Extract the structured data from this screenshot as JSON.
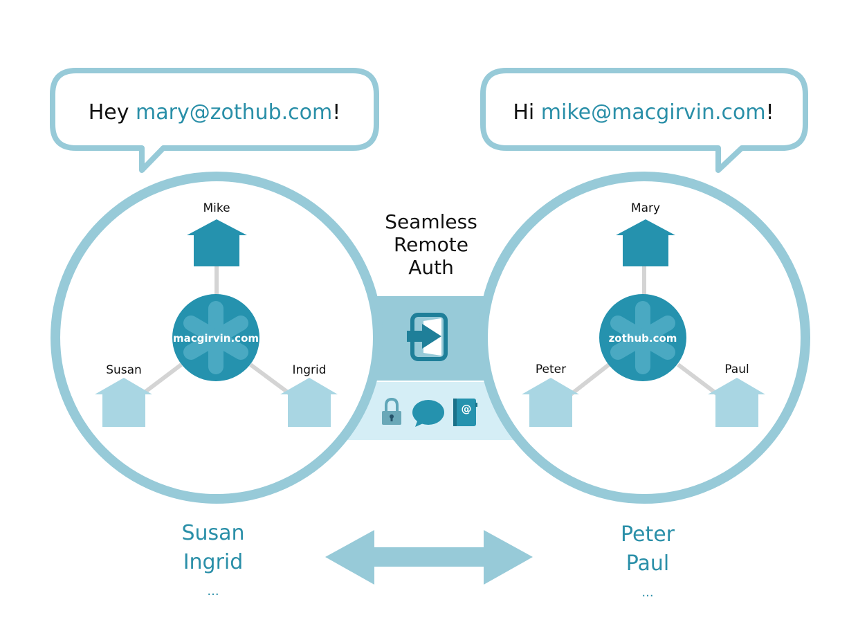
{
  "colors": {
    "ring": "#97cad8",
    "teal": "#2592ae",
    "light_blue": "#a9d6e3",
    "pale_blue": "#d5eef6",
    "line": "#d4d4d4",
    "text_dark": "#111111",
    "text_teal": "#2a8fa8",
    "white": "#ffffff"
  },
  "left_bubble": {
    "greeting": "Hey ",
    "email": "mary@zothub.com",
    "suffix": "!"
  },
  "right_bubble": {
    "greeting": "Hi ",
    "email": "mike@macgirvin.com",
    "suffix": "!"
  },
  "center": {
    "title_lines": [
      "Seamless",
      "Remote",
      "Auth"
    ],
    "icons": [
      "login-icon",
      "lock-icon",
      "chat-icon",
      "address-book-icon"
    ]
  },
  "left_hub": {
    "server": "macgirvin.com",
    "home_user": "Mike",
    "members": [
      "Susan",
      "Ingrid"
    ],
    "list": [
      "Susan",
      "Ingrid",
      "..."
    ]
  },
  "right_hub": {
    "server": "zothub.com",
    "home_user": "Mary",
    "members": [
      "Peter",
      "Paul"
    ],
    "list": [
      "Peter",
      "Paul",
      "..."
    ]
  }
}
